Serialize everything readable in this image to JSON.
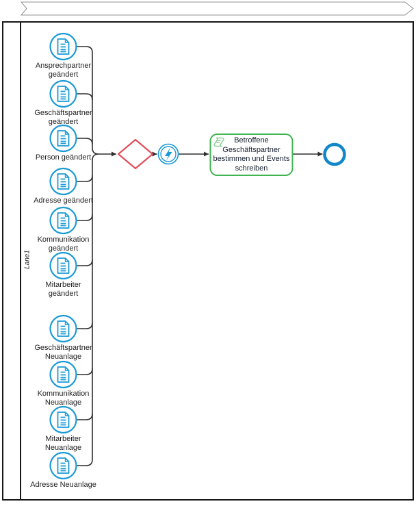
{
  "diagram": {
    "ribbon": {
      "label": ""
    },
    "lane": {
      "label": "Lane1"
    },
    "events": [
      {
        "label": "Ansprechpartner\ngeändert"
      },
      {
        "label": "Geschäftspartner\ngeändert"
      },
      {
        "label": "Person geändert"
      },
      {
        "label": "Adresse geändert"
      },
      {
        "label": "Kommunikation\ngeändert"
      },
      {
        "label": "Mitarbeiter\ngeändert"
      },
      {
        "label": "Geschäftspartner\nNeuanlage"
      },
      {
        "label": "Kommunikation\nNeuanlage"
      },
      {
        "label": "Mitarbeiter\nNeuanlage"
      },
      {
        "label": "Adresse Neuanlage"
      }
    ],
    "gateway": {
      "icon": "exclusive-gateway-icon"
    },
    "intermediate_event": {
      "icon": "lightning-icon"
    },
    "task": {
      "label": "Betroffene\nGeschäftspartner\nbestimmen und Events\nschreiben",
      "icon": "script-icon"
    },
    "end_event": {
      "icon": "end-event-circle"
    },
    "colors": {
      "event_blue": "#1b9ad6",
      "end_event_blue": "#1287c9",
      "gateway_red": "#e04e5a",
      "task_green": "#3fb450",
      "script_icon_green": "#8ecf96",
      "flow_line": "#2e2e2e",
      "pool_border": "#161616",
      "ribbon_border": "#909090"
    }
  }
}
